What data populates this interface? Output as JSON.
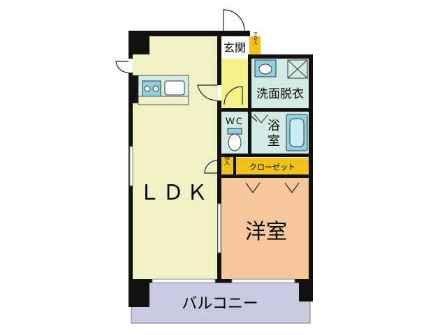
{
  "rooms": {
    "ldk": "ＬＤＫ",
    "western_room": "洋室",
    "balcony": "バルコニー",
    "entrance": "玄関",
    "shoe_box": "下足入",
    "washroom": "洗面脱衣",
    "bath_1": "浴",
    "bath_2": "室",
    "toilet": "ＷＣ",
    "storage": "物入",
    "closet": "クローゼット"
  },
  "colors": {
    "ldk": "#f0f1c6",
    "western_room": "#f5c79a",
    "balcony": "#c9c9df",
    "entrance": "#f6f28c",
    "wet_area": "#d3ebe4",
    "closet": "#f0c21a",
    "wall": "#111111"
  }
}
